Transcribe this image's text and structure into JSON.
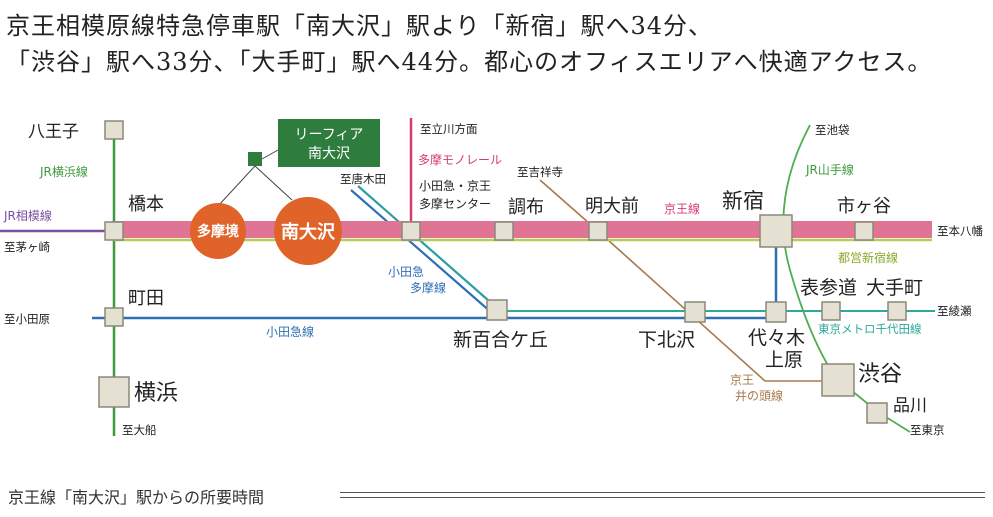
{
  "headline": {
    "line1": "京王相模原線特急停車駅「南大沢」駅より「新宿」駅へ34分、",
    "line2": "「渋谷」駅へ33分、「大手町」駅へ44分。都心のオフィスエリアへ快適アクセス。"
  },
  "footer": {
    "caption": "京王線「南大沢」駅からの所要時間"
  },
  "colors": {
    "keio": "#e07494",
    "keio_light": "#b7cc54",
    "jr": "#3d9a3d",
    "jr_sagami": "#7a4fa0",
    "odakyu": "#2e6fb5",
    "odakyu_tama": "#2a9fa0",
    "monorail": "#d63a75",
    "inokashira": "#a8784c",
    "chiyoda": "#2aaa9a",
    "yamanote": "#4caf50",
    "toei": "#a7c63c",
    "station_fill": "#e4e0d2",
    "station_stroke": "#8c8878",
    "highlight": "#e0632a",
    "property": "#2e7d3e"
  },
  "property": {
    "line1": "リーフィア",
    "line2": "南大沢"
  },
  "highlights": {
    "tamasakai": "多摩境",
    "minamiosawa": "南大沢"
  },
  "stations": {
    "hachioji": "八王子",
    "hashimoto": "橋本",
    "machida": "町田",
    "yokohama": "横浜",
    "tama_center_1": "小田急・京王",
    "tama_center_2": "多摩センター",
    "chofu": "調布",
    "meidaimae": "明大前",
    "shinjuku": "新宿",
    "ichigaya": "市ヶ谷",
    "shinyurigaoka": "新百合ケ丘",
    "shimokitazawa": "下北沢",
    "yoyogi_1": "代々木",
    "yoyogi_2": "上原",
    "omotesando": "表参道",
    "otemachi": "大手町",
    "shibuya": "渋谷",
    "shinagawa": "品川"
  },
  "lines": {
    "jr_yokohama": "JR横浜線",
    "jr_sagami": "JR相模線",
    "monorail": "多摩モノレール",
    "keio": "京王線",
    "yamanote": "JR山手線",
    "toei": "都営新宿線",
    "odakyu_tama_1": "小田急",
    "odakyu_tama_2": "多摩線",
    "odakyu": "小田急線",
    "chiyoda": "東京メトロ千代田線",
    "inokashira_1": "京王",
    "inokashira_2": "井の頭線"
  },
  "directions": {
    "tachikawa": "至立川方面",
    "kichijoji": "至吉祥寺",
    "karakida": "至唐木田",
    "chigasaki": "至茅ヶ崎",
    "odawara": "至小田原",
    "ofuna": "至大船",
    "ikebukuro": "至池袋",
    "motoyawata": "至本八幡",
    "ayase": "至綾瀬",
    "tokyo": "至東京"
  }
}
